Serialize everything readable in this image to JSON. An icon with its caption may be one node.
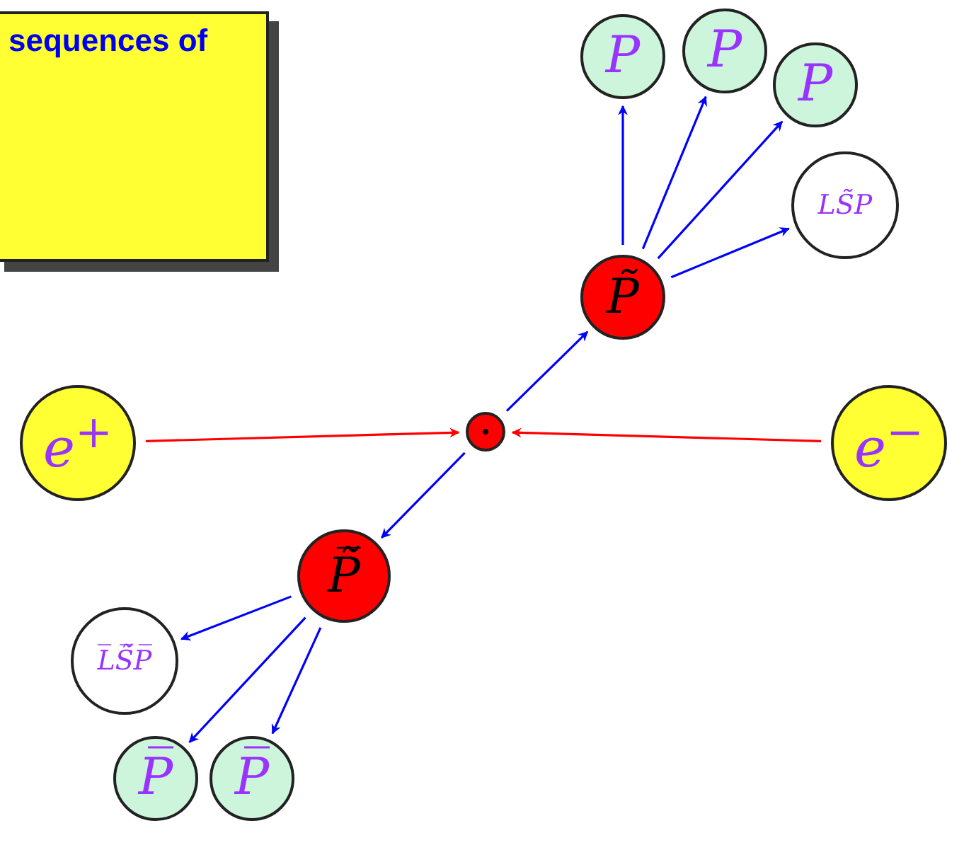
{
  "diagram": {
    "nodes": [
      {
        "text": [
          "sequences of"
        ]
      },
      {
        "text": [
          "P"
        ]
      },
      {
        "text": [
          "P"
        ]
      },
      {
        "text": [
          "P"
        ]
      },
      {
        "text": [
          "LS̃P"
        ]
      },
      {
        "text": [
          "P̃"
        ]
      },
      {
        "text": [],
        "shape": "circle"
      },
      {
        "text": [
          "e$^{+}$"
        ]
      },
      {
        "text": [
          "e$^{−}$"
        ]
      },
      {
        "text": [
          "P̅̃"
        ]
      },
      {
        "text": [
          "L̅S̅̃P̅"
        ]
      },
      {
        "text": [
          "P̅"
        ]
      },
      {
        "text": [
          "P̅"
        ]
      }
    ],
    "edges": [
      {
        "from": 7,
        "to": 6,
        "arrow": "to",
        "color": "#ff0000"
      },
      {
        "from": 8,
        "to": 6,
        "arrow": "to",
        "color": "#ff0000"
      },
      {
        "from": 6,
        "to": 5,
        "arrow": "to"
      },
      {
        "from": 6,
        "to": 9,
        "arrow": "to"
      },
      {
        "from": 5,
        "to": 1,
        "arrow": "to"
      },
      {
        "from": 5,
        "to": 2,
        "arrow": "to"
      },
      {
        "from": 5,
        "to": 3,
        "arrow": "to"
      },
      {
        "from": 5,
        "to": 4,
        "arrow": "to"
      },
      {
        "from": 9,
        "to": 10,
        "arrow": "to"
      },
      {
        "from": 9,
        "to": 11,
        "arrow": "to"
      },
      {
        "from": 9,
        "to": 12,
        "arrow": "to"
      }
    ]
  }
}
